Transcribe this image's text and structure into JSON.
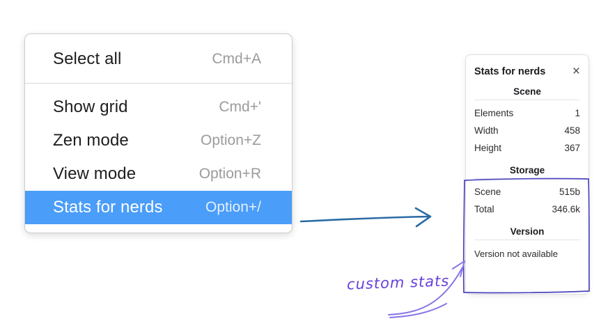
{
  "colors": {
    "menu_highlight": "#4a9df8",
    "menu_highlight_text": "#ffffff",
    "flow_arrow_blue": "#2b6ba6",
    "annotation_rect_purple": "#4b43bd",
    "annotation_arrow_purple": "#8a75e8",
    "handwriting_purple": "#6741d9"
  },
  "context_menu": {
    "groups": [
      {
        "items": [
          {
            "label": "Select all",
            "shortcut": "Cmd+A"
          }
        ]
      },
      {
        "items": [
          {
            "label": "Show grid",
            "shortcut": "Cmd+'"
          },
          {
            "label": "Zen mode",
            "shortcut": "Option+Z"
          },
          {
            "label": "View mode",
            "shortcut": "Option+R"
          },
          {
            "label": "Stats for nerds",
            "shortcut": "Option+/"
          }
        ]
      }
    ]
  },
  "stats_panel": {
    "title": "Stats for nerds",
    "close_label": "×",
    "scene": {
      "heading": "Scene",
      "rows": [
        {
          "label": "Elements",
          "value": "1"
        },
        {
          "label": "Width",
          "value": "458"
        },
        {
          "label": "Height",
          "value": "367"
        }
      ]
    },
    "storage": {
      "heading": "Storage",
      "rows": [
        {
          "label": "Scene",
          "value": "515b"
        },
        {
          "label": "Total",
          "value": "346.6k"
        }
      ]
    },
    "version": {
      "heading": "Version",
      "note": "Version not available"
    }
  },
  "annotation": {
    "label": "custom stats"
  }
}
